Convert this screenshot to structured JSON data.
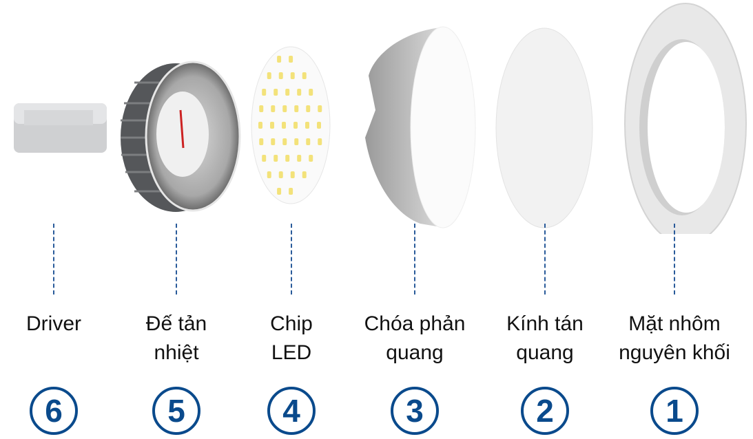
{
  "components": [
    {
      "label": "Driver",
      "number": "6"
    },
    {
      "label": "Đế tản nhiệt",
      "number": "5"
    },
    {
      "label": "Chip LED",
      "number": "4"
    },
    {
      "label": "Chóa phản quang",
      "number": "3"
    },
    {
      "label": "Kính tán quang",
      "number": "2"
    },
    {
      "label": "Mặt nhôm nguyên khối",
      "number": "1"
    }
  ],
  "colors": {
    "accent": "#0a4a8c",
    "dash": "#2a5b9a"
  }
}
